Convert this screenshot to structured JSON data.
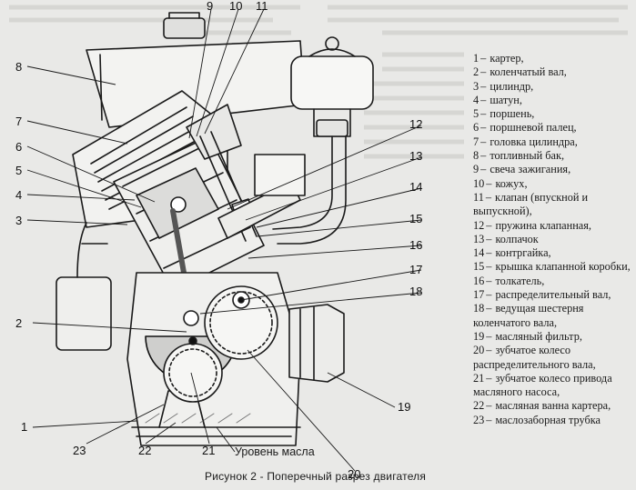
{
  "figure": {
    "caption": "Рисунок 2 - Поперечный разрез двигателя",
    "oil_level_label": "Уровень масла",
    "callout_numbers": [
      "1",
      "2",
      "3",
      "4",
      "5",
      "6",
      "7",
      "8",
      "9",
      "10",
      "11",
      "12",
      "13",
      "14",
      "15",
      "16",
      "17",
      "18",
      "19",
      "20",
      "21",
      "22",
      "23"
    ]
  },
  "legend": {
    "items": [
      {
        "num": "1",
        "text": "картер,"
      },
      {
        "num": "2",
        "text": "коленчатый вал,"
      },
      {
        "num": "3",
        "text": "цилиндр,"
      },
      {
        "num": "4",
        "text": "шатун,"
      },
      {
        "num": "5",
        "text": "поршень,"
      },
      {
        "num": "6",
        "text": "поршневой палец,"
      },
      {
        "num": "7",
        "text": "головка цилиндра,"
      },
      {
        "num": "8",
        "text": "топливный бак,"
      },
      {
        "num": "9",
        "text": "свеча зажигания,"
      },
      {
        "num": "10",
        "text": "кожух,"
      },
      {
        "num": "11",
        "text": "клапан (впускной и выпускной),"
      },
      {
        "num": "12",
        "text": "пружина клапанная,"
      },
      {
        "num": "13",
        "text": "колпачок"
      },
      {
        "num": "14",
        "text": "контргайка,"
      },
      {
        "num": "15",
        "text": "крышка клапанной коробки,"
      },
      {
        "num": "16",
        "text": "толкатель,"
      },
      {
        "num": "17",
        "text": "распределительный вал,"
      },
      {
        "num": "18",
        "text": "ведущая шестерня коленчатого вала,"
      },
      {
        "num": "19",
        "text": "масляный фильтр,"
      },
      {
        "num": "20",
        "text": "зубчатое колесо распределительного вала,"
      },
      {
        "num": "21",
        "text": "зубчатое колесо привода масляного насоса,"
      },
      {
        "num": "22",
        "text": "масляная ванна картера,"
      },
      {
        "num": "23",
        "text": "маслозаборная трубка"
      }
    ]
  }
}
